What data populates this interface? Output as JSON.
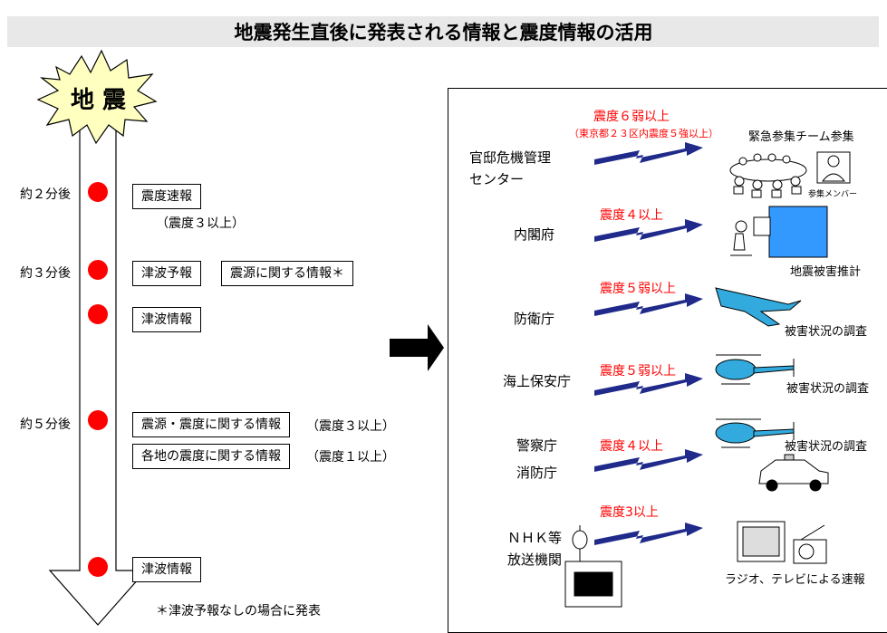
{
  "title": "地震発生直後に発表される情報と震度情報の活用",
  "quake_label": "地 震",
  "timeline": {
    "times": [
      "約２分後",
      "約３分後",
      "約５分後"
    ],
    "boxes": {
      "sokuho": "震度速報",
      "tsunami_yoho": "津波予報",
      "shingen": "震源に関する情報＊",
      "tsunami_joho_1": "津波情報",
      "shingen_shindo": "震源・震度に関する情報",
      "kakuchi": "各地の震度に関する情報",
      "tsunami_joho_2": "津波情報"
    },
    "notes": {
      "sokuho_cond": "（震度３以上）",
      "shingen_shindo_cond": "（震度３以上）",
      "kakuchi_cond": "（震度１以上）"
    },
    "footnote": "＊津波予報なしの場合に発表"
  },
  "agencies": [
    {
      "name_lines": [
        "官邸危機管理",
        "センター"
      ],
      "condition": "震度６弱以上",
      "condition_sub": "（東京都２３区内震度５強以上）",
      "result": "緊急参集チーム参集",
      "result_sub": "参集メンバー"
    },
    {
      "name_lines": [
        "内閣府"
      ],
      "condition": "震度４以上",
      "result": "地震被害推計"
    },
    {
      "name_lines": [
        "防衛庁"
      ],
      "condition": "震度５弱以上",
      "result": "被害状況の調査"
    },
    {
      "name_lines": [
        "海上保安庁"
      ],
      "condition": "震度５弱以上",
      "result": "被害状況の調査"
    },
    {
      "name_lines": [
        "警察庁",
        "消防庁"
      ],
      "condition": "震度４以上",
      "result": "被害状況の調査"
    },
    {
      "name_lines": [
        "ＮＨＫ等",
        "放送機関"
      ],
      "condition": "震度3以上",
      "result": "ラジオ、テレビによる速報"
    }
  ],
  "colors": {
    "dot": "#ff0000",
    "arrow": "#1f2a8a",
    "condition": "#ff0000",
    "burst": "#ffffc0",
    "panel_blue": "#3399ff",
    "aircraft": "#33aadd"
  }
}
